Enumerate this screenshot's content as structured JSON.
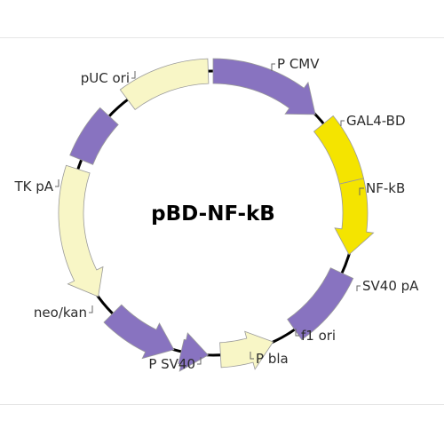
{
  "plasmid": {
    "name": "pBD-NF-kB",
    "features": [
      {
        "label": "P CMV",
        "color": "#8873c0",
        "type": "arrow"
      },
      {
        "label": "GAL4-BD",
        "color": "#f4e400",
        "type": "box"
      },
      {
        "label": "NF-kB",
        "color": "#f4e400",
        "type": "arrow"
      },
      {
        "label": "SV40 pA",
        "color": "#8873c0",
        "type": "box"
      },
      {
        "label": "f1 ori",
        "color": "#f8f6c6",
        "type": "arrow"
      },
      {
        "label": "P bla",
        "color": "#8873c0",
        "type": "arrow"
      },
      {
        "label": "P SV40",
        "color": "#8873c0",
        "type": "arrow"
      },
      {
        "label": "neo/kan",
        "color": "#f8f6c6",
        "type": "arrow"
      },
      {
        "label": "TK pA",
        "color": "#8873c0",
        "type": "box"
      },
      {
        "label": "pUC ori",
        "color": "#f8f6c6",
        "type": "box"
      }
    ],
    "colors": {
      "backbone": "#000000",
      "feature_outline": "#9a9a9a"
    }
  }
}
